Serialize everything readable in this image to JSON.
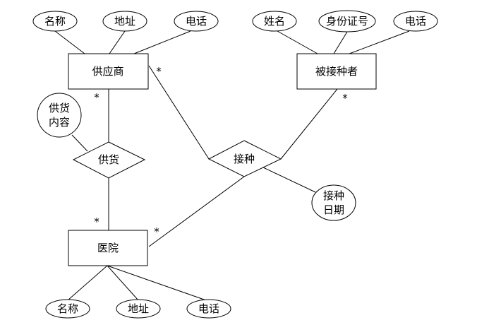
{
  "entities": {
    "supplier": "供应商",
    "vaccinee": "被接种者",
    "hospital": "医院"
  },
  "relationships": {
    "supply": "供货",
    "vaccinate": "接种"
  },
  "attributes": {
    "supplier_name": "名称",
    "supplier_address": "地址",
    "supplier_phone": "电话",
    "vaccinee_name": "姓名",
    "vaccinee_id": "身份证号",
    "vaccinee_phone": "电话",
    "supply_content": [
      "供货",
      "内容"
    ],
    "vaccinate_date": [
      "接种",
      "日期"
    ],
    "hospital_name": "名称",
    "hospital_address": "地址",
    "hospital_phone": "电话"
  },
  "cardinality": {
    "supplier_supply": "*",
    "hospital_supply": "*",
    "supplier_vaccinate": "*",
    "vaccinee_vaccinate": "*",
    "hospital_vaccinate": "*"
  }
}
